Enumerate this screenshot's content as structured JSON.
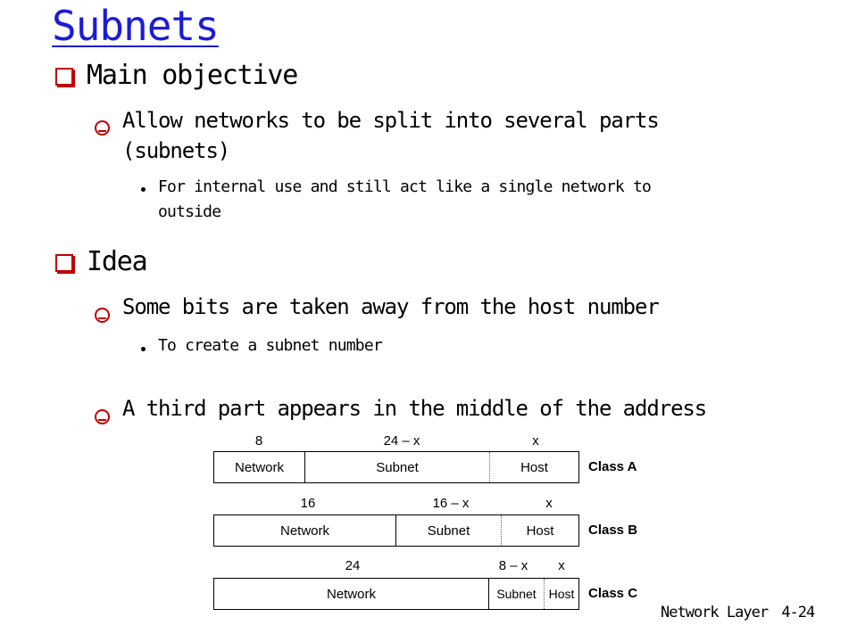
{
  "title": "Subnets",
  "bullets": [
    "Main objective",
    "Allow networks to be split into several parts",
    "(subnets)",
    "For internal use and still act like a single network to",
    "outside",
    "Idea",
    "Some bits are taken away from the host number",
    "To create a subnet number",
    "A third part appears in the middle of the address"
  ],
  "diagrams": [
    {
      "top_labels": [
        "8",
        "24 – x",
        "x"
      ],
      "segments": [
        "Network",
        "Subnet",
        "Host"
      ],
      "class_label": "Class A"
    },
    {
      "top_labels": [
        "16",
        "16 – x",
        "x"
      ],
      "segments": [
        "Network",
        "Subnet",
        "Host"
      ],
      "class_label": "Class B"
    },
    {
      "top_labels": [
        "24",
        "8 – x",
        "x"
      ],
      "segments": [
        "Network",
        "Subnet",
        "Host"
      ],
      "class_label": "Class C"
    }
  ],
  "footer": {
    "chapter": "Network Layer",
    "page": "4-24"
  },
  "colors": {
    "title": "#1c1cd6",
    "bullet": "#c00000"
  }
}
